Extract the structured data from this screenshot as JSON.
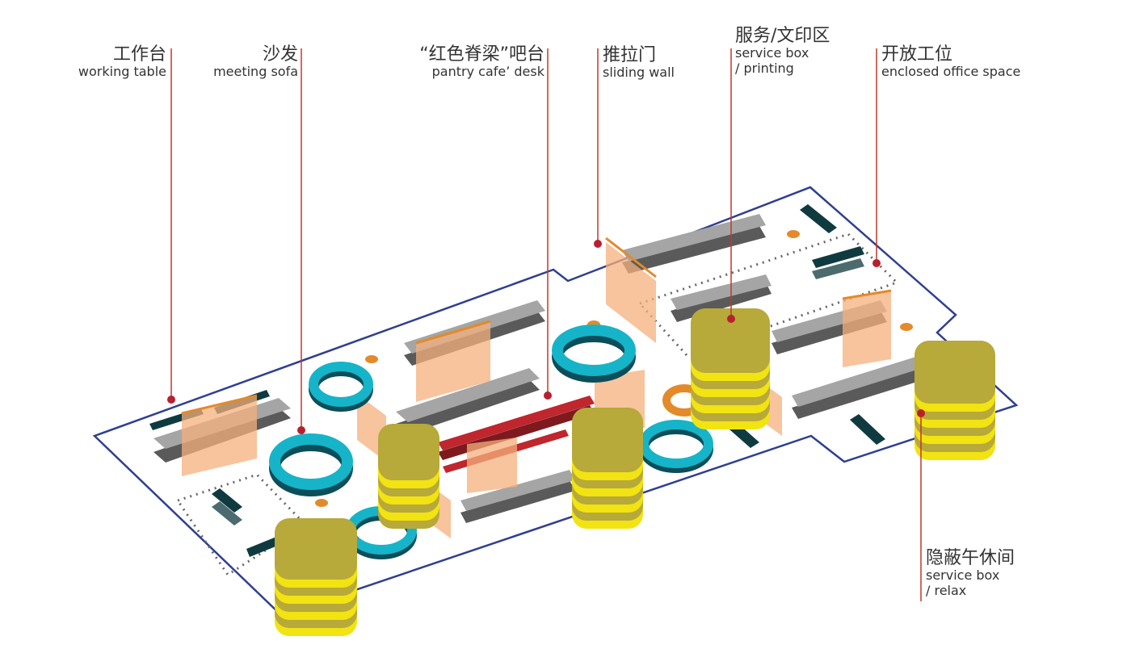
{
  "colors": {
    "outline": "#2f3f91",
    "leader": "#c0392b",
    "dot": "#b8202f",
    "teal": "#16b4c8",
    "teal_dark": "#0b4e5a",
    "orange": "#e38a2a",
    "panel": "#f4b07c",
    "olive": "#b7a93a",
    "yellow": "#f2e312",
    "red_desk": "#c0262d",
    "gray": "#9b9b9b",
    "dark_gray": "#5a5a5a",
    "dark_slab": "#0f3b40"
  },
  "labels": [
    {
      "id": "working-table",
      "zh": "工作台",
      "en": [
        "working table"
      ]
    },
    {
      "id": "meeting-sofa",
      "zh": "沙发",
      "en": [
        "meeting sofa"
      ]
    },
    {
      "id": "pantry-desk",
      "zh": "“红色脊梁”吧台",
      "en": [
        "pantry cafe’ desk"
      ]
    },
    {
      "id": "sliding-wall",
      "zh": "推拉门",
      "en": [
        "sliding wall"
      ]
    },
    {
      "id": "service-printing",
      "zh": "服务/文印区",
      "en": [
        "service box",
        "/ printing"
      ]
    },
    {
      "id": "enclosed-office",
      "zh": "开放工位",
      "en": [
        "enclosed office space"
      ]
    },
    {
      "id": "service-relax",
      "zh": "隐蔽午休间",
      "en": [
        "service box",
        "/ relax"
      ]
    }
  ]
}
